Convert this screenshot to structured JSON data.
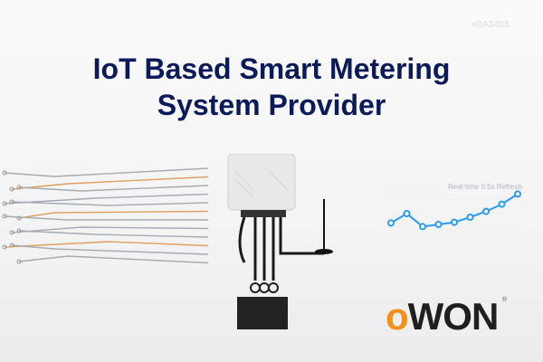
{
  "watermark_hex": "#0A3403",
  "title_line1": "IoT Based Smart Metering",
  "title_line2": "System Provider",
  "chart_data": {
    "type": "line",
    "title": "Real-time 0.5s Refresh",
    "x": [
      1,
      2,
      3,
      4,
      5,
      6,
      7,
      8,
      9
    ],
    "values": [
      42,
      55,
      37,
      40,
      43,
      50,
      58,
      68,
      82
    ],
    "ylim": [
      0,
      100
    ],
    "color": "#2b9af3"
  },
  "logo": {
    "first": "o",
    "rest": "WON",
    "reg": "®",
    "accent": "#f39019"
  }
}
